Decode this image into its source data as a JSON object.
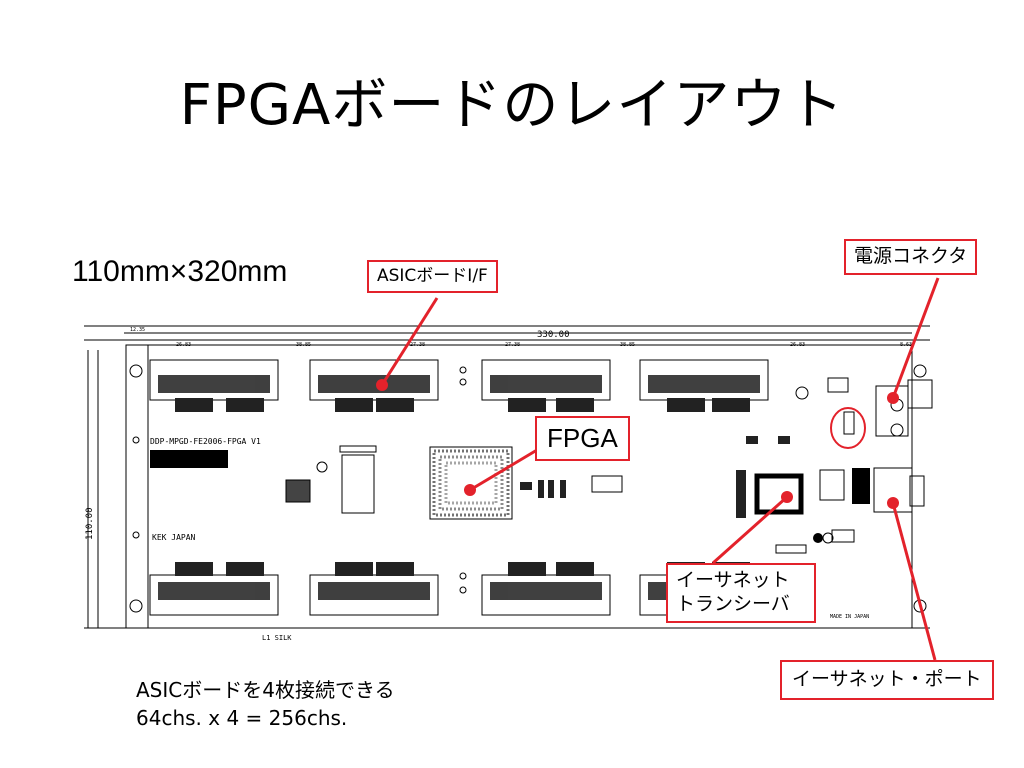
{
  "title": "FPGAボードのレイアウト",
  "dimensions_label": "110mm×320mm",
  "callouts": {
    "asic_if": "ASICボードI/F",
    "power_connector": "電源コネクタ",
    "fpga": "FPGA",
    "ethernet_transceiver_line1": "イーサネット",
    "ethernet_transceiver_line2": "トランシーバ",
    "ethernet_port": "イーサネット・ポート"
  },
  "notes": {
    "line1": "ASICボードを4枚接続できる",
    "line2": "64chs. x 4 = 256chs."
  },
  "pcb": {
    "board_name": "DDP-MPGD-FE2006-FPGA  V1",
    "origin": "KEK JAPAN",
    "width_dim": "330.00",
    "height_dim": "110.00",
    "layer": "L1 SILK",
    "made_in": "MADE IN JAPAN"
  },
  "colors": {
    "callout_border": "#e3222b",
    "callout_line": "#e3222b",
    "drawing": "#000000"
  }
}
